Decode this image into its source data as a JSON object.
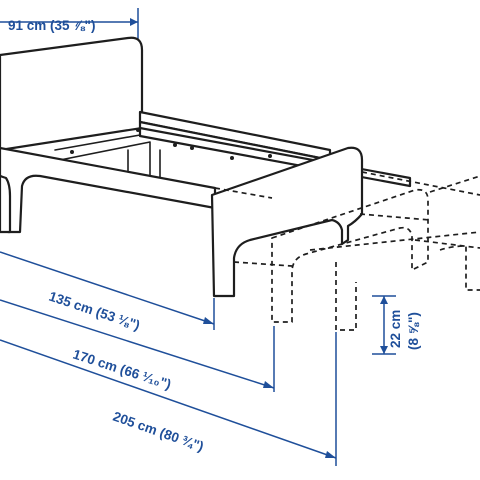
{
  "dimensions": {
    "width": "91 cm (35 ⅞\")",
    "length_min": "135 cm (53 ⅛\")",
    "length_mid": "170 cm (66 ¹⁄₁₀\")",
    "length_max": "205 cm (80 ¾\")",
    "height_clearance": "22 cm",
    "height_clearance_in": "(8 ⅝\")"
  },
  "colors": {
    "dimension": "#1f4f9a",
    "line": "#1e1e1e"
  }
}
